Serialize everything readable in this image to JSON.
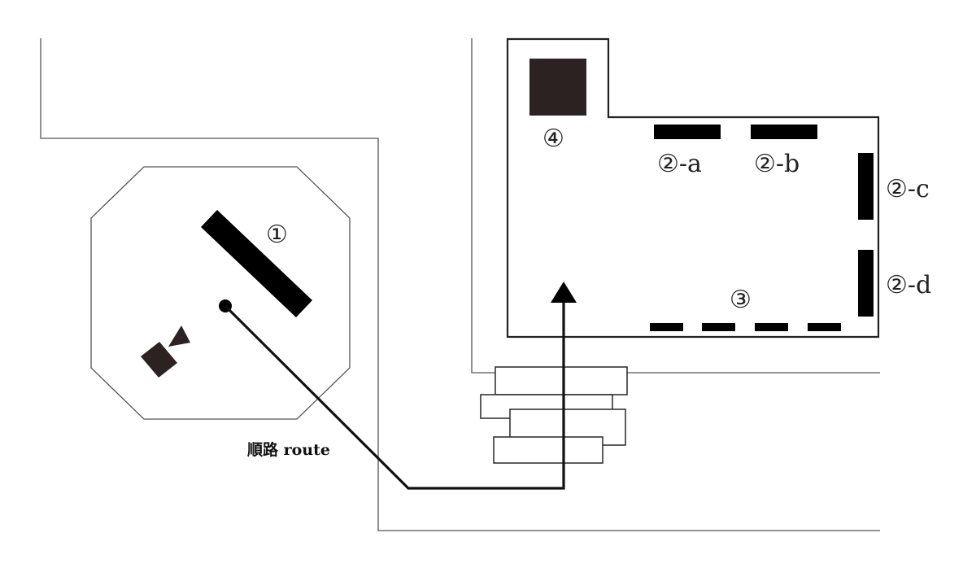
{
  "labels": {
    "l1": "①",
    "l2a": "②-a",
    "l2b": "②-b",
    "l2c": "②-c",
    "l2d": "②-d",
    "l3": "③",
    "l4": "④",
    "route": "順路 route"
  },
  "colors": {
    "ink": "#000000",
    "dark_block": "#2b2221",
    "line": "#555555"
  },
  "icons": {
    "camera": "video-camera-icon"
  }
}
